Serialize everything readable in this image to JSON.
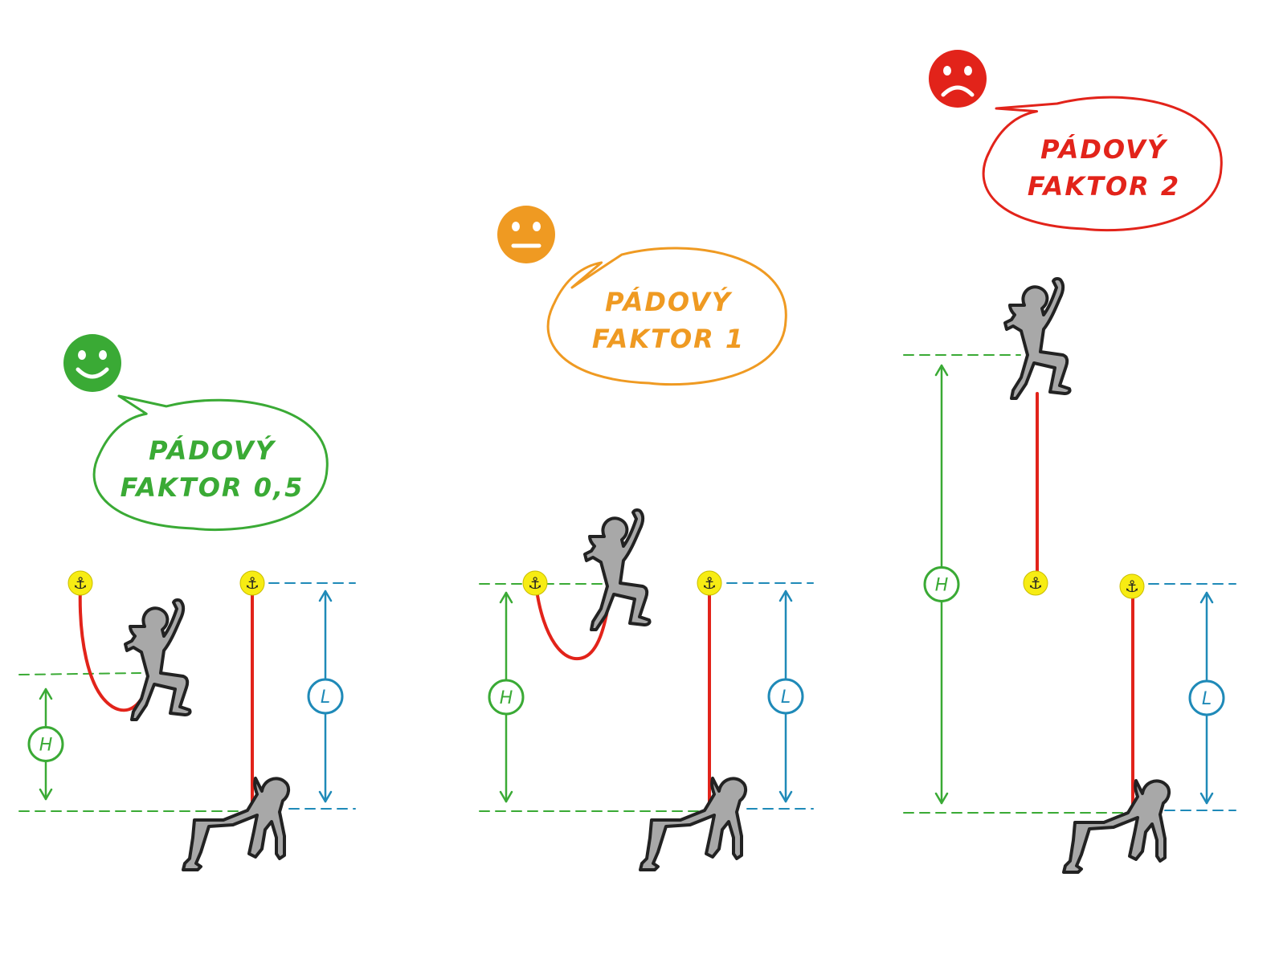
{
  "colors": {
    "good": "#3aaa35",
    "neutral": "#ef9a22",
    "bad": "#e2231a",
    "length": "#1f8ab8",
    "rope": "#e2231a",
    "anchor": "#f7ec13",
    "climber": "#a8a8a8",
    "outline": "#222222"
  },
  "icons": {
    "anchor": "anchor-icon",
    "happy": "smiley-happy-icon",
    "neutral": "smiley-neutral-icon",
    "sad": "smiley-sad-icon",
    "climber": "climber-figure"
  },
  "anchor_glyph": "⚓",
  "labels": {
    "height": "H",
    "length": "L"
  },
  "panels": [
    {
      "id": "factor-05",
      "mood": "happy",
      "bubble_line1": "PÁDOVÝ",
      "bubble_line2": "FAKTOR 0,5",
      "fall_factor": 0.5
    },
    {
      "id": "factor-1",
      "mood": "neutral",
      "bubble_line1": "PÁDOVÝ",
      "bubble_line2": "FAKTOR 1",
      "fall_factor": 1
    },
    {
      "id": "factor-2",
      "mood": "bad",
      "bubble_line1": "PÁDOVÝ",
      "bubble_line2": "FAKTOR 2",
      "fall_factor": 2
    }
  ]
}
